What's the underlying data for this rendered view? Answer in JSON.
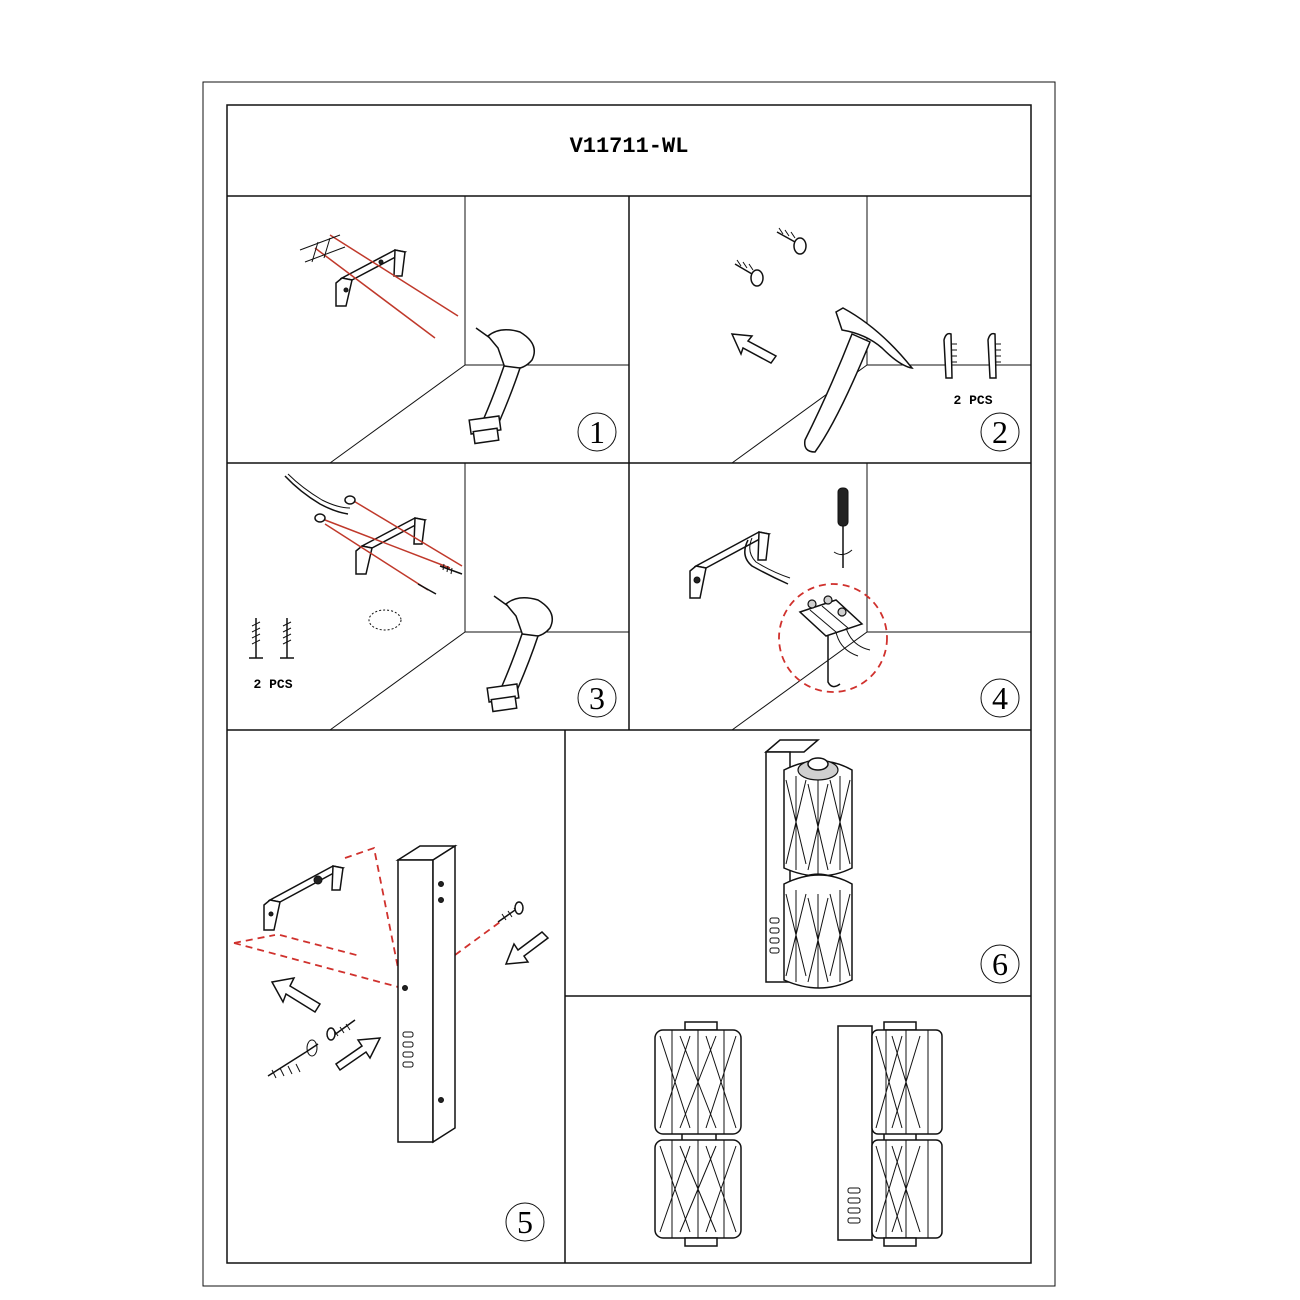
{
  "header": {
    "model": "V11711-WL"
  },
  "steps": [
    {
      "number": "1"
    },
    {
      "number": "2",
      "parts_qty": "2 PCS"
    },
    {
      "number": "3",
      "parts_qty": "2 PCS"
    },
    {
      "number": "4"
    },
    {
      "number": "5"
    },
    {
      "number": "6"
    }
  ],
  "colors": {
    "line": "#111111",
    "guide": "#c0392b",
    "background": "#ffffff"
  },
  "icons": [
    "bracket-icon",
    "drill-icon",
    "hammer-icon",
    "anchor-icon",
    "screw-icon",
    "screwdriver-icon",
    "wire-icon",
    "terminal-block-icon",
    "lamp-icon",
    "arrow-icon"
  ]
}
